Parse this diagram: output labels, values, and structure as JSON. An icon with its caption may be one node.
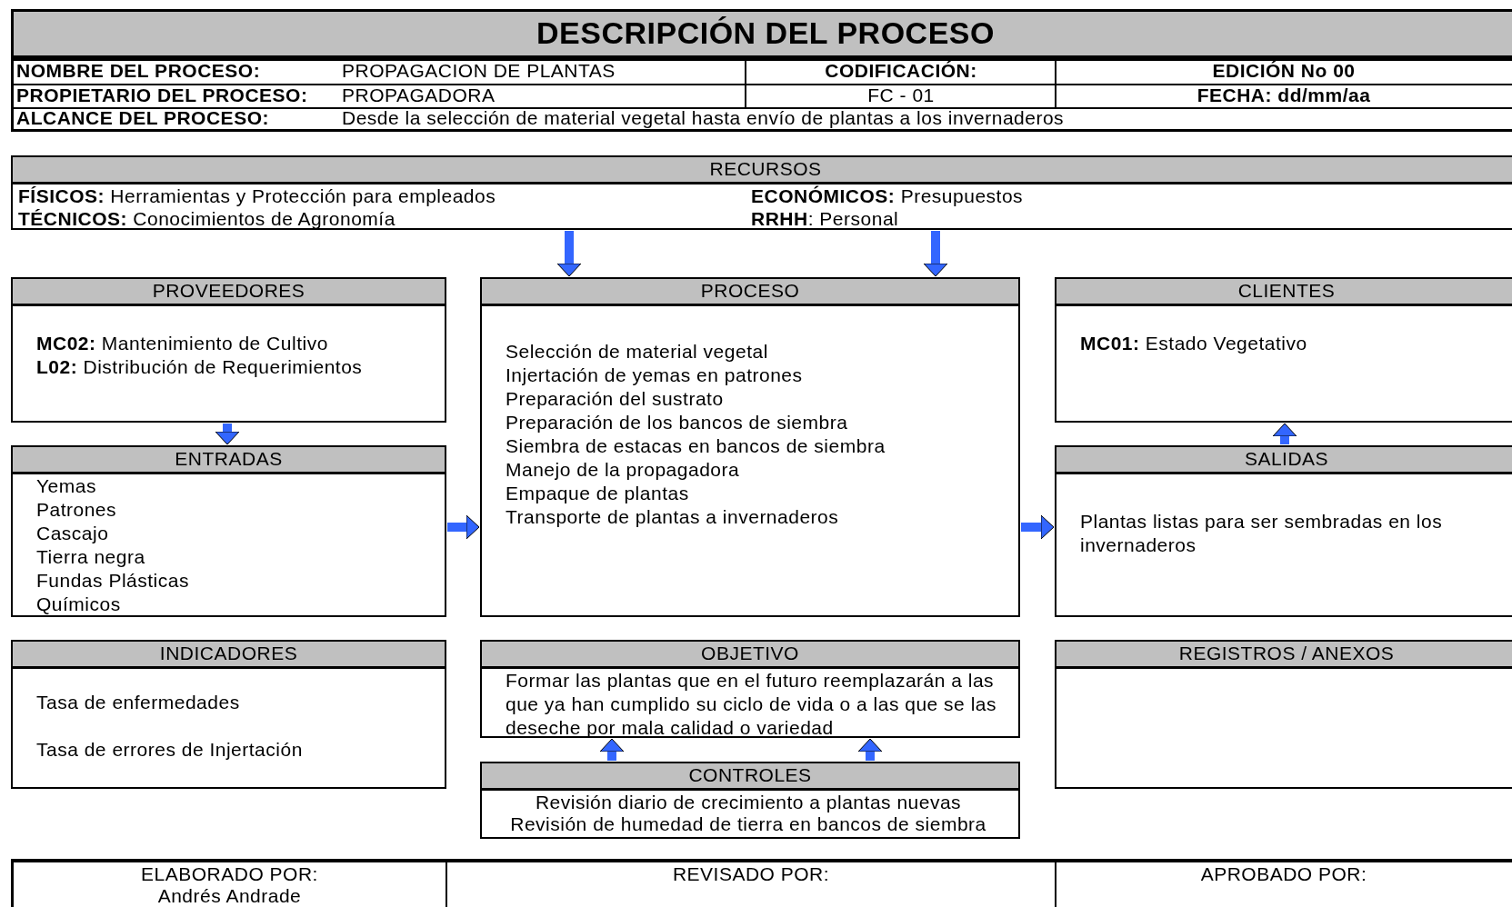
{
  "diagram": {
    "title": "DESCRIPCIÓN DEL PROCESO",
    "nodes": [
      {
        "text": [
          "RECURSOS",
          "**FÍSICOS:** Herramientas y Protección para empleados",
          "**ECONÓMICOS:** Presupuestos",
          "**TÉCNICOS:** Conocimientos de Agronomía",
          "**RRHH**: Personal"
        ]
      },
      {
        "text": [
          "PROVEEDORES",
          "**MC02:** Mantenimiento de Cultivo",
          "**L02:** Distribución de Requerimientos"
        ]
      },
      {
        "text": [
          "PROCESO",
          "Selección de material vegetal",
          "Injertación de yemas en patrones",
          "Preparación del sustrato",
          "Preparación de los bancos de siembra",
          "Siembra de estacas en bancos de siembra",
          "Manejo de la propagadora",
          "Empaque de plantas",
          "Transporte de plantas a invernaderos"
        ]
      },
      {
        "text": [
          "CLIENTES",
          "**MC01:** Estado Vegetativo"
        ]
      },
      {
        "text": [
          "ENTRADAS",
          "Yemas",
          "Patrones",
          "Cascajo",
          "Tierra negra",
          "Fundas Plásticas",
          "Químicos"
        ]
      },
      {
        "text": [
          "SALIDAS",
          "Plantas listas para ser sembradas en los invernaderos"
        ]
      },
      {
        "text": [
          "INDICADORES",
          "Tasa de enfermedades",
          "Tasa de errores de Injertación"
        ]
      },
      {
        "text": [
          "OBJETIVO",
          "Formar las plantas que en el futuro reemplazarán a las que ya han cumplido su ciclo de vida o a las que se las deseche por mala calidad o variedad"
        ]
      },
      {
        "text": [
          "CONTROLES",
          "Revisión diario de crecimiento a plantas nuevas",
          "Revisión de humedad de tierra en bancos de siembra"
        ]
      },
      {
        "text": [
          "REGISTROS / ANEXOS"
        ]
      }
    ],
    "edges": [
      {
        "from": 0,
        "to": 2,
        "arrow": "to"
      },
      {
        "from": 0,
        "to": 2,
        "arrow": "to"
      },
      {
        "from": 1,
        "to": 4,
        "arrow": "to"
      },
      {
        "from": 4,
        "to": 2,
        "arrow": "to"
      },
      {
        "from": 2,
        "to": 5,
        "arrow": "to"
      },
      {
        "from": 5,
        "to": 3,
        "arrow": "to"
      },
      {
        "from": 8,
        "to": 7,
        "arrow": "to"
      },
      {
        "from": 8,
        "to": 7,
        "arrow": "to"
      }
    ],
    "labels": [
      "NOMBRE DEL PROCESO:",
      "PROPAGACION DE PLANTAS",
      "CODIFICACIÓN:",
      "EDICIÓN No 00",
      "PROPIETARIO DEL PROCESO:",
      "PROPAGADORA",
      "FC - 01",
      "FECHA: dd/mm/aa",
      "ALCANCE DEL PROCESO:",
      "Desde la selección de material vegetal hasta envío de plantas a los invernaderos",
      "ELABORADO POR:",
      "Andrés Andrade",
      "REVISADO POR:",
      "APROBADO POR:"
    ]
  }
}
